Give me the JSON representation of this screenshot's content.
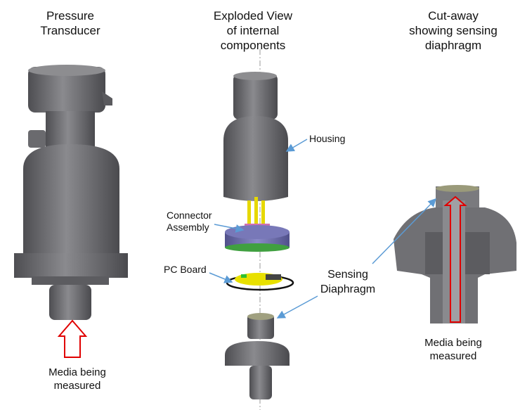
{
  "titles": {
    "left": "Pressure\nTransducer",
    "center": "Exploded View\nof internal\ncomponents",
    "right": "Cut-away\nshowing sensing\ndiaphragm"
  },
  "callouts": {
    "housing": "Housing",
    "connector_assembly": "Connector\nAssembly",
    "pc_board": "PC Board",
    "sensing_diaphragm": "Sensing\nDiaphragm"
  },
  "media_left": "Media being\nmeasured",
  "media_right": "Media being\nmeasured",
  "colors": {
    "body_grey": "#6d6d70",
    "arrow_blue": "#5b9bd5",
    "media_arrow_red": "#e00000",
    "connector_purple": "#6a6aa8",
    "pcb_yellow": "#e8e000"
  }
}
